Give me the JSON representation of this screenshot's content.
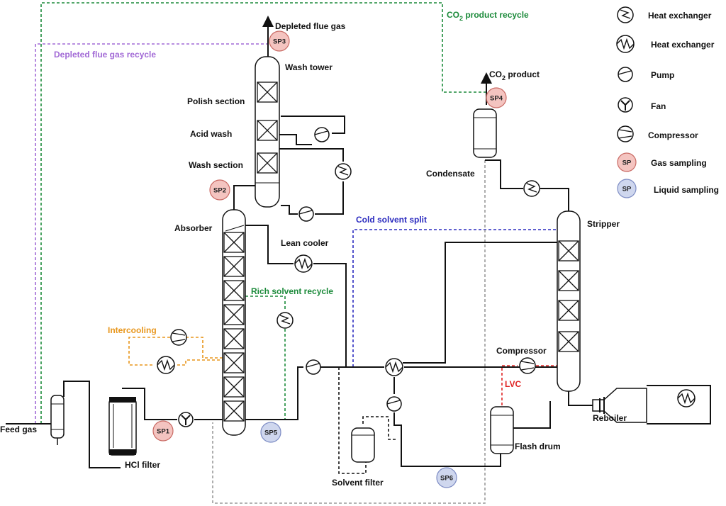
{
  "colors": {
    "pipe": "#111111",
    "co2_recycle": "#1b8a3a",
    "flue_recycle": "#a26ad6",
    "intercooling": "#e8961c",
    "rich_recycle": "#1b8a3a",
    "cold_split": "#2b2bbf",
    "lvc": "#e02424",
    "grey_line": "#9a9a9a",
    "gas_sampling_fill": "#f4c4c0",
    "gas_sampling_stroke": "#c96a64",
    "liquid_sampling_fill": "#cfd7ee",
    "liquid_sampling_stroke": "#7d8cc4"
  },
  "labels": {
    "depleted_flue_gas": "Depleted flue gas",
    "wash_tower": "Wash tower",
    "polish_section": "Polish section",
    "acid_wash": "Acid wash",
    "wash_section": "Wash section",
    "absorber": "Absorber",
    "lean_cooler": "Lean cooler",
    "intercooling": "Intercooling",
    "rich_solvent_recycle": "Rich solvent recycle",
    "cold_solvent_split": "Cold solvent split",
    "co2_product_recycle_main": "CO",
    "co2_product_recycle_sub": "2",
    "co2_product_recycle_tail": " product recycle",
    "depleted_flue_gas_recycle": "Depleted flue gas recycle",
    "co2_product_main": "CO",
    "co2_product_sub": "2",
    "co2_product_tail": " product",
    "condensate": "Condensate",
    "stripper": "Stripper",
    "compressor": "Compressor",
    "lvc": "LVC",
    "reboiler": "Reboiler",
    "flash_drum": "Flash drum",
    "solvent_filter": "Solvent filter",
    "hcl_filter": "HCl filter",
    "feed_gas": "Feed gas"
  },
  "sampling_points": {
    "sp1": "SP1",
    "sp2": "SP2",
    "sp3": "SP3",
    "sp4": "SP4",
    "sp5": "SP5",
    "sp6": "SP6"
  },
  "legend": {
    "heat_exchanger_1": "Heat exchanger",
    "heat_exchanger_2": "Heat exchanger",
    "pump": "Pump",
    "fan": "Fan",
    "compressor": "Compressor",
    "gas_sampling_badge": "SP",
    "gas_sampling": "Gas sampling",
    "liquid_sampling_badge": "SP",
    "liquid_sampling": "Liquid sampling"
  }
}
